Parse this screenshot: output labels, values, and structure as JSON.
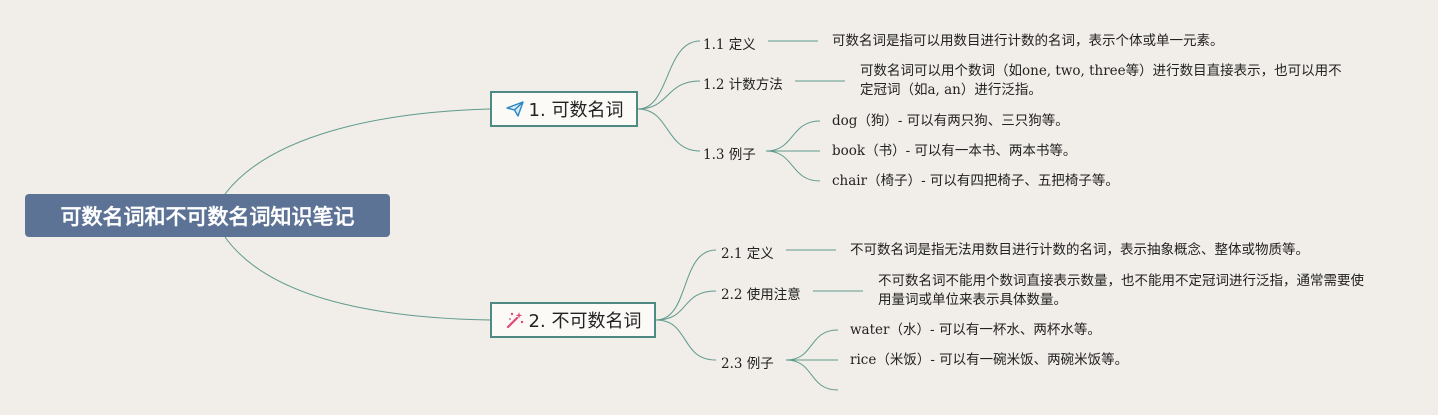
{
  "root": {
    "title": "可数名词和不可数名词知识笔记"
  },
  "branches": [
    {
      "label": "1. 可数名词",
      "icon": "paper-plane-icon",
      "subs": [
        {
          "label": "1.1 定义",
          "leaves": [
            "可数名词是指可以用数目进行计数的名词，表示个体或单一元素。"
          ]
        },
        {
          "label": "1.2 计数方法",
          "leaves": [
            "可数名词可以用个数词（如one, two, three等）进行数目直接表示，也可以用不定冠词（如a, an）进行泛指。"
          ]
        },
        {
          "label": "1.3 例子",
          "leaves": [
            "dog（狗）- 可以有两只狗、三只狗等。",
            "book（书）- 可以有一本书、两本书等。",
            "chair（椅子）- 可以有四把椅子、五把椅子等。"
          ]
        }
      ]
    },
    {
      "label": "2. 不可数名词",
      "icon": "magic-wand-icon",
      "subs": [
        {
          "label": "2.1 定义",
          "leaves": [
            "不可数名词是指无法用数目进行计数的名词，表示抽象概念、整体或物质等。"
          ]
        },
        {
          "label": "2.2 使用注意",
          "leaves": [
            "不可数名词不能用个数词直接表示数量，也不能用不定冠词进行泛指，通常需要使用量词或单位来表示具体数量。"
          ]
        },
        {
          "label": "2.3 例子",
          "leaves": [
            "water（水）- 可以有一杯水、两杯水等。",
            "rice（米饭）- 可以有一碗米饭、两碗米饭等。",
            ""
          ]
        }
      ]
    }
  ],
  "colors": {
    "root_bg": "#5d7396",
    "line": "#5f9a8e",
    "branch_border": "#4e8a84",
    "background": "#f1ede8"
  }
}
